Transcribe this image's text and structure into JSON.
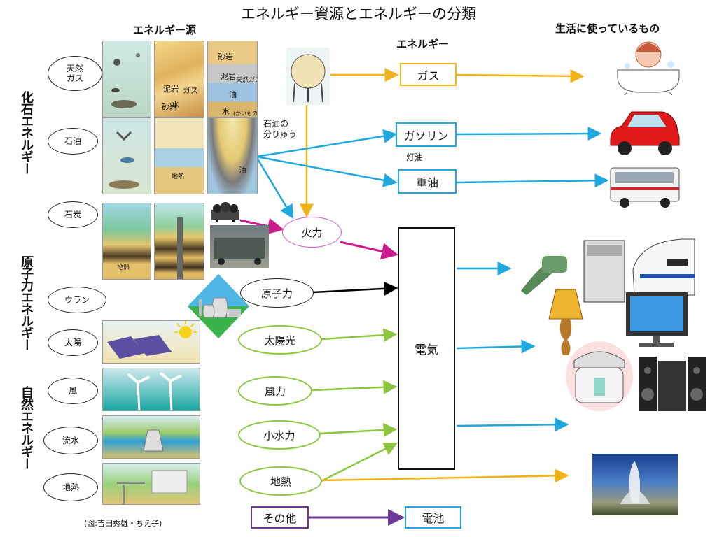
{
  "title": "エネルギー資源とエネルギーの分類",
  "headers": {
    "sources": "エネルギー源",
    "energy": "エネルギー",
    "uses": "生活に使っているもの"
  },
  "categories": {
    "fossil": "化石エネルギー",
    "nuclear": "原子力エネルギー",
    "natural": "自然エネルギー"
  },
  "sources": {
    "natural_gas": "天然\nガス",
    "oil": "石油",
    "coal": "石炭",
    "uranium": "ウラン",
    "solar": "太陽",
    "wind": "風",
    "hydro": "流水",
    "geothermal": "地熱"
  },
  "strata_labels": {
    "sandstone": "砂岩",
    "mudstone": "泥岩",
    "gas": "ガス",
    "oil": "油",
    "water": "水",
    "natural_gas": "天然ガス",
    "shell": "(かいもの)",
    "heat": "地熱"
  },
  "distill_label": "石油の\n分りゅう",
  "kerosene": "灯油",
  "energies": {
    "gas": "ガス",
    "gasoline": "ガソリン",
    "heavy_oil": "重油",
    "thermal": "火力",
    "nuclear": "原子力",
    "solar_power": "太陽光",
    "wind_power": "風力",
    "small_hydro": "小水力",
    "geothermal": "地熱",
    "other": "その他",
    "electricity": "電気",
    "battery": "電池"
  },
  "credit": "(図:吉田秀雄・ちえ子)",
  "colors": {
    "gas": "#f0b418",
    "oil": "#1fa7df",
    "thermal": "#cc1b8c",
    "nuclear": "#000000",
    "renewable": "#8cc63f",
    "other": "#6d3a98"
  },
  "icons": [
    "bathtub-icon",
    "car-icon",
    "bus-icon",
    "appliances-icon",
    "lamp-icon",
    "tv-icon",
    "rice-cooker-icon",
    "stereo-icon",
    "geyser-icon",
    "gas-tank-icon",
    "power-plant-icon",
    "coal-cart-icon"
  ]
}
